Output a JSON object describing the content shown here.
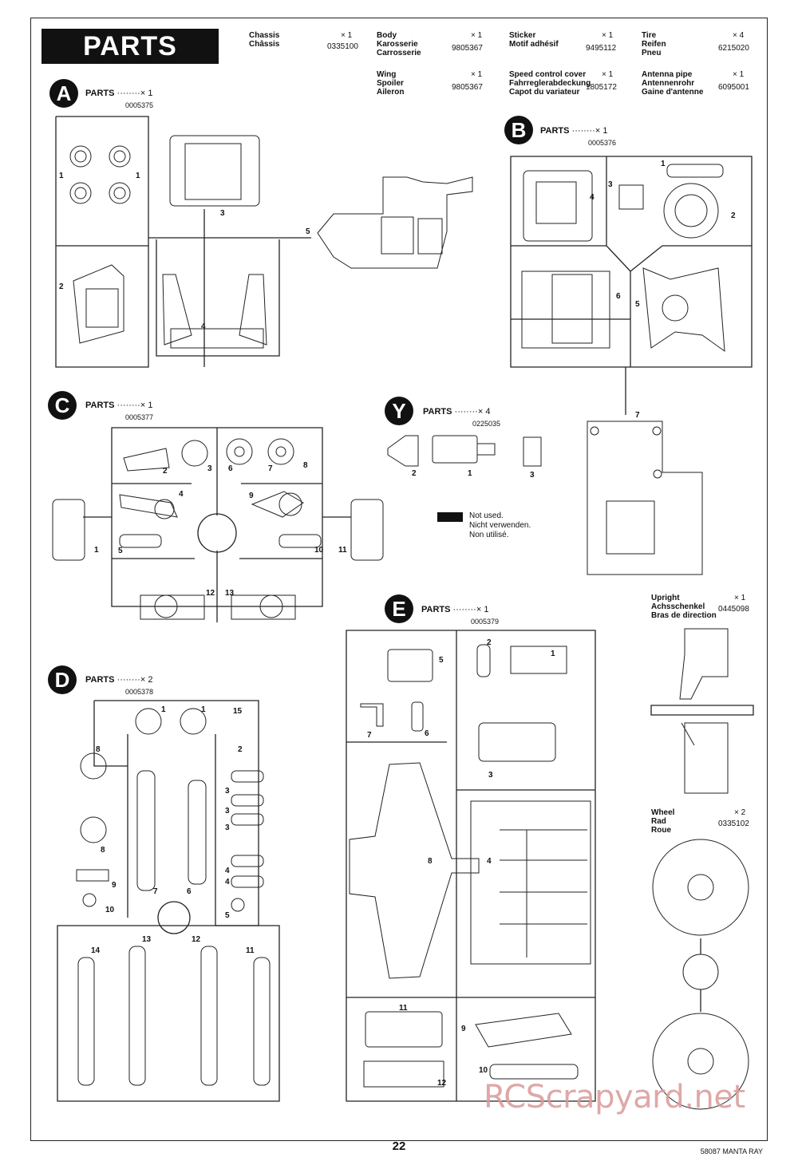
{
  "header": {
    "title": "PARTS"
  },
  "inventory": [
    {
      "name": [
        "Chassis",
        "Châssis"
      ],
      "qty": "× 1",
      "no": "0335100"
    },
    {
      "name": [
        "Body",
        "Karosserie",
        "Carrosserie"
      ],
      "qty": "× 1",
      "no": "9805367"
    },
    {
      "name": [
        "Sticker",
        "Motif adhésif"
      ],
      "qty": "× 1",
      "no": "9495112"
    },
    {
      "name": [
        "Tire",
        "Reifen",
        "Pneu"
      ],
      "qty": "× 4",
      "no": "6215020"
    },
    {
      "name": [
        "Wing",
        "Spoiler",
        "Aileron"
      ],
      "qty": "× 1",
      "no": "9805367"
    },
    {
      "name": [
        "Speed control cover",
        "Fahrreglerabdeckung",
        "Capot du variateur"
      ],
      "qty": "× 1",
      "no": "1805172"
    },
    {
      "name": [
        "Antenna pipe",
        "Antennenrohr",
        "Gaine d'antenne"
      ],
      "qty": "× 1",
      "no": "6095001"
    }
  ],
  "sprues": {
    "A": {
      "letter": "A",
      "label": "PARTS",
      "qty": "× 1",
      "code": "0005375"
    },
    "B": {
      "letter": "B",
      "label": "PARTS",
      "qty": "× 1",
      "code": "0005376"
    },
    "C": {
      "letter": "C",
      "label": "PARTS",
      "qty": "× 1",
      "code": "0005377"
    },
    "Y": {
      "letter": "Y",
      "label": "PARTS",
      "qty": "× 4",
      "code": "0225035"
    },
    "D": {
      "letter": "D",
      "label": "PARTS",
      "qty": "× 2",
      "code": "0005378"
    },
    "E": {
      "letter": "E",
      "label": "PARTS",
      "qty": "× 1",
      "code": "0005379"
    }
  },
  "not_used": [
    "Not used.",
    "Nicht verwenden.",
    "Non utilisé."
  ],
  "upright": {
    "name": [
      "Upright",
      "Achsschenkel",
      "Bras de direction"
    ],
    "qty": "× 1",
    "no": "0445098"
  },
  "wheel": {
    "name": [
      "Wheel",
      "Rad",
      "Roue"
    ],
    "qty": "× 2",
    "no": "0335102"
  },
  "part_numbers": {
    "A": [
      "1",
      "1",
      "2",
      "3",
      "4",
      "5"
    ],
    "B": [
      "1",
      "2",
      "3",
      "4",
      "5",
      "6",
      "7"
    ],
    "C": [
      "1",
      "2",
      "3",
      "4",
      "5",
      "6",
      "7",
      "8",
      "9",
      "10",
      "11",
      "12",
      "13"
    ],
    "Y": [
      "2",
      "1",
      "3"
    ],
    "D": [
      "1",
      "1",
      "15",
      "8",
      "2",
      "3",
      "3",
      "3",
      "8",
      "9",
      "10",
      "4",
      "4",
      "5",
      "7",
      "6",
      "14",
      "13",
      "12",
      "11"
    ],
    "E": [
      "2",
      "1",
      "5",
      "7",
      "6",
      "3",
      "8",
      "4",
      "9",
      "10",
      "11",
      "12"
    ]
  },
  "footer": {
    "page": "22",
    "model": "58087 MANTA RAY",
    "watermark": "RCScrapyard.net"
  }
}
